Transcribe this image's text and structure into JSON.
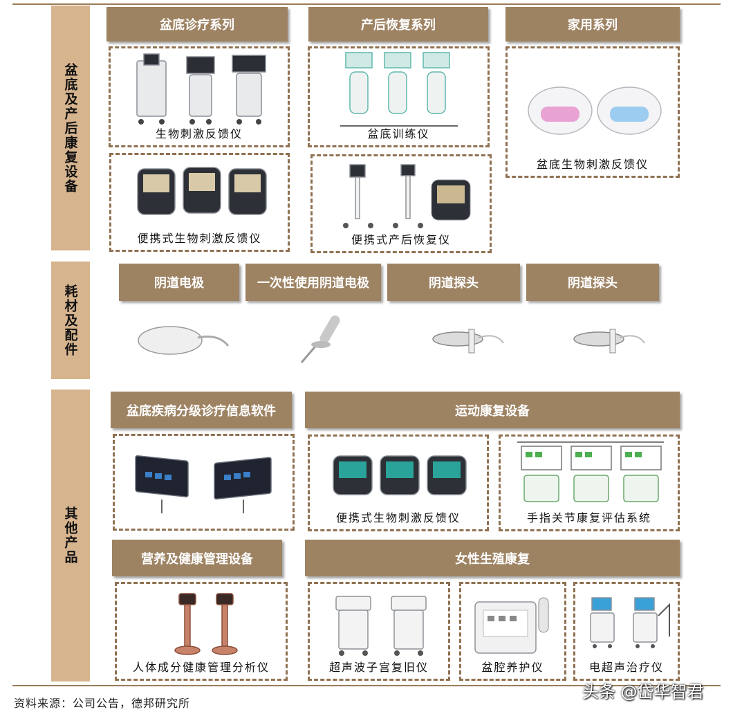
{
  "sections": [
    {
      "id": "pelvic",
      "label": "盆底及产后康复设备"
    },
    {
      "id": "consumables",
      "label": "耗材及配件"
    },
    {
      "id": "other",
      "label": "其他产品"
    }
  ],
  "headers": {
    "pelvic_diag": "盆底诊疗系列",
    "postpartum": "产后恢复系列",
    "home": "家用系列",
    "vaginal_electrode": "阴道电极",
    "disposable_electrode": "一次性使用阴道电极",
    "vaginal_probe_1": "阴道探头",
    "vaginal_probe_2": "阴道探头",
    "software": "盆底疾病分级诊疗信息软件",
    "sports_rehab": "运动康复设备",
    "nutrition": "营养及健康管理设备",
    "female_repro": "女性生殖康复"
  },
  "products": {
    "bio_feedback": "生物刺激反馈仪",
    "pelvic_trainer": "盆底训练仪",
    "home_bio_feedback": "盆底生物刺激反馈仪",
    "portable_bio_feedback": "便携式生物刺激反馈仪",
    "portable_postpartum": "便携式产后恢复仪",
    "sports_portable_bio": "便携式生物刺激反馈仪",
    "finger_joint": "手指关节康复评估系统",
    "body_composition": "人体成分健康管理分析仪",
    "ultrasound_uterus": "超声波子宫复旧仪",
    "pelvic_care": "盆腔养护仪",
    "electro_ultrasound": "电超声治疗仪"
  },
  "footer": {
    "source": "资料来源：公司公告，德邦研究所",
    "watermark": "头条 @岱华智君"
  },
  "colors": {
    "header_bg": "#9e8363",
    "side_bg": "#d6b48e",
    "dash_border": "#8f7050",
    "rule": "#9a7b57"
  }
}
